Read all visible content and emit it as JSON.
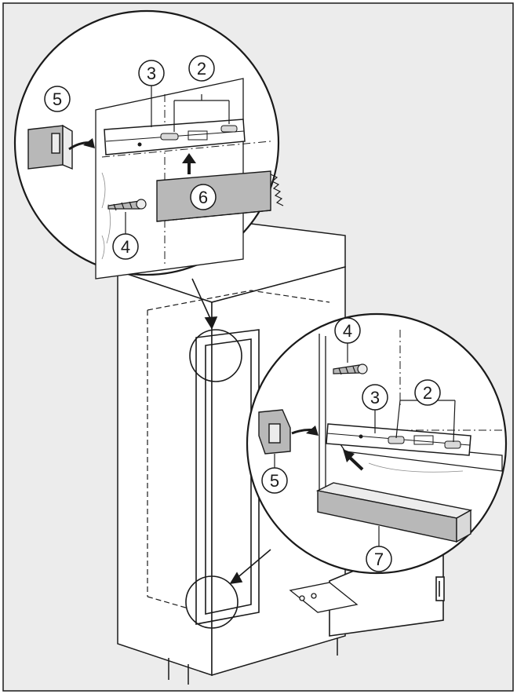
{
  "callouts": {
    "top_5": "5",
    "top_3": "3",
    "top_2": "2",
    "top_6": "6",
    "top_4": "4",
    "bottom_4": "4",
    "bottom_3": "3",
    "bottom_2": "2",
    "bottom_5": "5",
    "bottom_7": "7"
  },
  "colors": {
    "background": "#ececec",
    "line": "#1a1a1a",
    "panel": "#ffffff",
    "shade": "#b8b8b8",
    "detail_fill": "#d9d9d9"
  }
}
